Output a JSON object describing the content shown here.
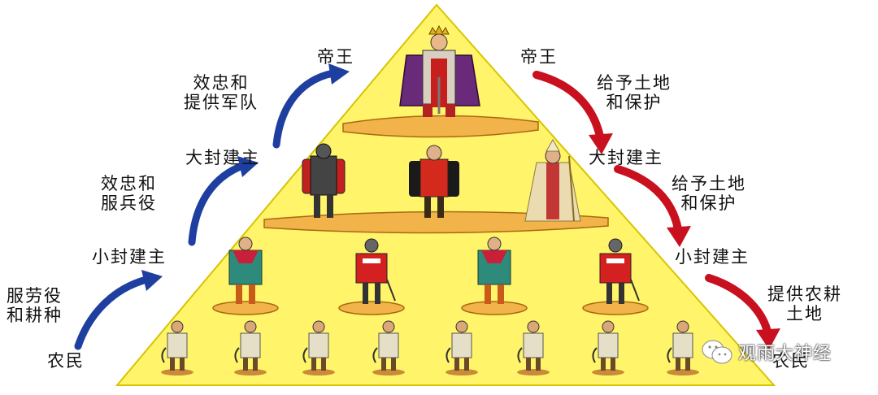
{
  "pyramid": {
    "fill": "#fff46a",
    "top": "帝王",
    "lords": "大封建主",
    "knights": "小封建主",
    "peasants": "农民"
  },
  "left": {
    "arrow_color": "#1e3fa0",
    "top_label": "帝王",
    "upper": "大封建主",
    "middle": "小封建主",
    "bottom": "农民",
    "duty1": [
      "效忠和",
      "提供军队"
    ],
    "duty2": [
      "效忠和",
      "服兵役"
    ],
    "duty3": [
      "服劳役",
      "和耕种"
    ]
  },
  "right": {
    "arrow_color": "#c8101e",
    "top_label": "帝王",
    "upper": "大封建主",
    "middle": "小封建主",
    "bottom": "农民",
    "grant1": [
      "给予土地",
      "和保护"
    ],
    "grant2": [
      "给予土地",
      "和保护"
    ],
    "grant3": [
      "提供农耕",
      "土地"
    ]
  },
  "watermark": {
    "icon": "wechat-icon",
    "text": "观雨大神经"
  }
}
